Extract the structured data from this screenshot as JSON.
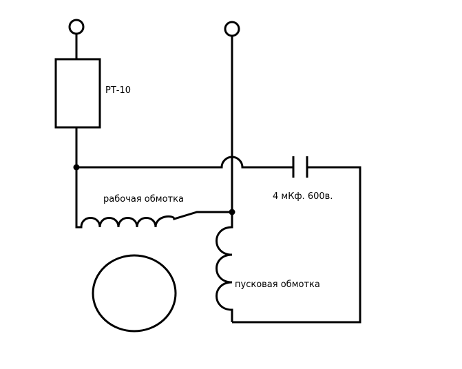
{
  "labels": {
    "relay": "РТ-10",
    "capacitor": "4 мКф.  600в.",
    "run_winding": "рабочая обмотка",
    "start_winding": "пусковая обмотка"
  },
  "colors": {
    "line": "#000000",
    "background": "#ffffff"
  }
}
